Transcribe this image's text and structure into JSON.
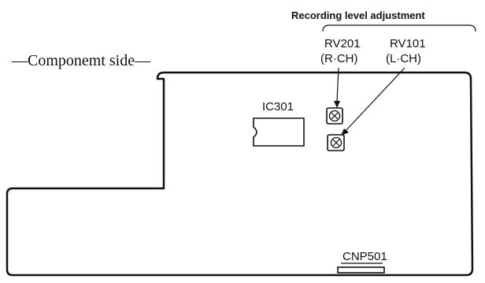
{
  "diagram": {
    "title": "Recording level adjustment",
    "side_label": "—Componemt side—",
    "components": {
      "rv201": {
        "name": "RV201",
        "channel": "(R·CH)"
      },
      "rv101": {
        "name": "RV101",
        "channel": "(L·CH)"
      },
      "ic301": {
        "name": "IC301"
      },
      "cnp501": {
        "name": "CNP501"
      }
    },
    "colors": {
      "ink": "#111111",
      "background": "#ffffff"
    }
  }
}
